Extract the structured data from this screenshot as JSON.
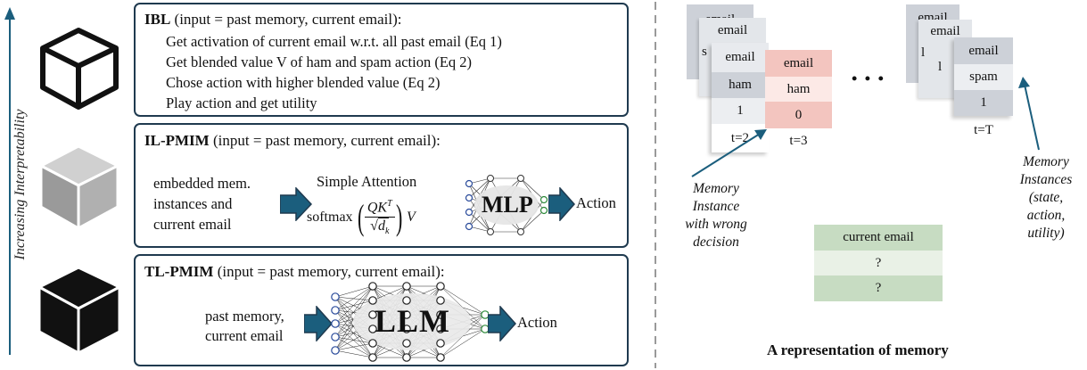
{
  "left": {
    "axis_label": "Increasing Interpretability",
    "ibl": {
      "name": "IBL",
      "input": "(input = past memory, current email):",
      "steps": [
        "Get activation of current email w.r.t. all past email (Eq 1)",
        "Get blended value V of ham and spam action (Eq 2)",
        "Chose action with higher blended value (Eq 2)",
        "Play action and get utility"
      ]
    },
    "il": {
      "name": "IL-PMIM",
      "input": "(input = past memory, current email):",
      "embed_lines": [
        "embedded mem.",
        "instances and",
        "current email"
      ],
      "attention_title": "Simple Attention",
      "formula_fn": "softmax",
      "formula_num": "QK",
      "formula_sup": "T",
      "formula_den_sym": "d",
      "formula_den_sub": "k",
      "formula_v": "V",
      "mlp": "MLP",
      "action": "Action"
    },
    "tl": {
      "name": "TL-PMIM",
      "input": "(input = past memory, current email):",
      "input_lines": [
        "past memory,",
        "current email"
      ],
      "llm": "LLM",
      "action": "Action"
    }
  },
  "right": {
    "stack1": {
      "back1": "email",
      "back2_top": "email",
      "back2_peek": "s",
      "front": [
        "email",
        "ham",
        "1"
      ],
      "front_label": "t=2",
      "red": [
        "email",
        "ham",
        "0"
      ],
      "red_label": "t=3"
    },
    "ellipsis": "• • •",
    "stack2": {
      "back1": "email",
      "back2_top": "email",
      "peek": [
        "l",
        "l"
      ],
      "front": [
        "email",
        "spam",
        "1"
      ],
      "front_label": "t=T"
    },
    "annot_wrong": [
      "Memory",
      "Instance",
      "with wrong",
      "decision"
    ],
    "annot_instances": [
      "Memory",
      "Instances",
      "(state,",
      "action,",
      "utility)"
    ],
    "current": [
      "current email",
      "?",
      "?"
    ],
    "caption": "A representation of memory",
    "colors": {
      "gray_dark": "#cdd1d8",
      "gray_light": "#eceef1",
      "red_dark": "#f3c5bf",
      "red_light": "#fce9e6",
      "green_dark": "#c7dcc2",
      "green_light": "#e9f1e6",
      "navy": "#1f3a4f",
      "teal": "#1b5e7d"
    }
  }
}
